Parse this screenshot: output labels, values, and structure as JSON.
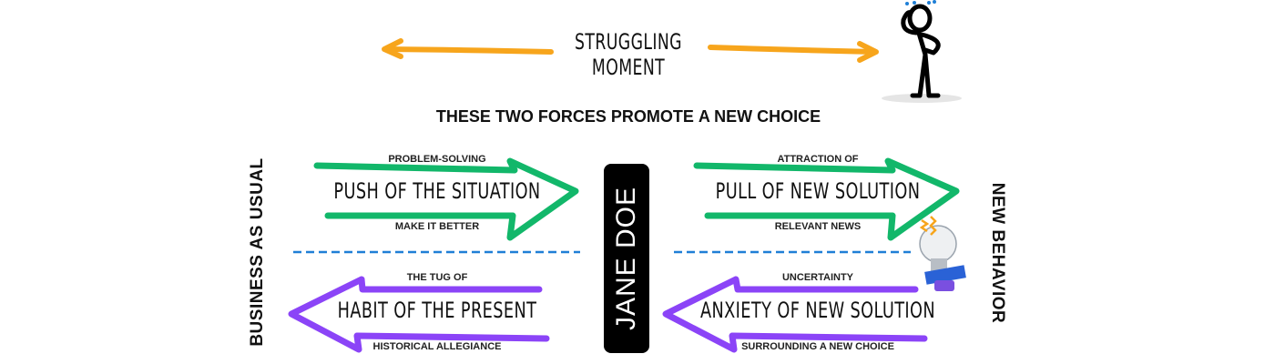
{
  "header": {
    "struggling_line1": "STRUGGLING",
    "struggling_line2": "MOMENT",
    "subtitle_normal": "THESE TWO FORCES PROMOTE ",
    "subtitle_bold": "A NEW CHOICE"
  },
  "center": {
    "person": "JANE DOE"
  },
  "sides": {
    "left": "BUSINESS AS USUAL",
    "right": "NEW BEHAVIOR"
  },
  "forces": [
    {
      "above": "PROBLEM-SOLVING",
      "title": "PUSH OF THE SITUATION",
      "below": "MAKE IT BETTER"
    },
    {
      "above": "ATTRACTION OF",
      "title": "PULL OF NEW SOLUTION",
      "below": "RELEVANT NEWS"
    },
    {
      "above": "THE TUG OF",
      "title": "HABIT OF THE PRESENT",
      "below": "HISTORICAL ALLEGIANCE"
    },
    {
      "above": "UNCERTAINTY",
      "title": "ANXIETY OF NEW SOLUTION",
      "below": "SURROUNDING A NEW CHOICE"
    }
  ],
  "colors": {
    "green": "#12b76a",
    "purple": "#8b44f7",
    "orange": "#f7a51c",
    "blue": "#1f7fd6",
    "black": "#000000"
  }
}
